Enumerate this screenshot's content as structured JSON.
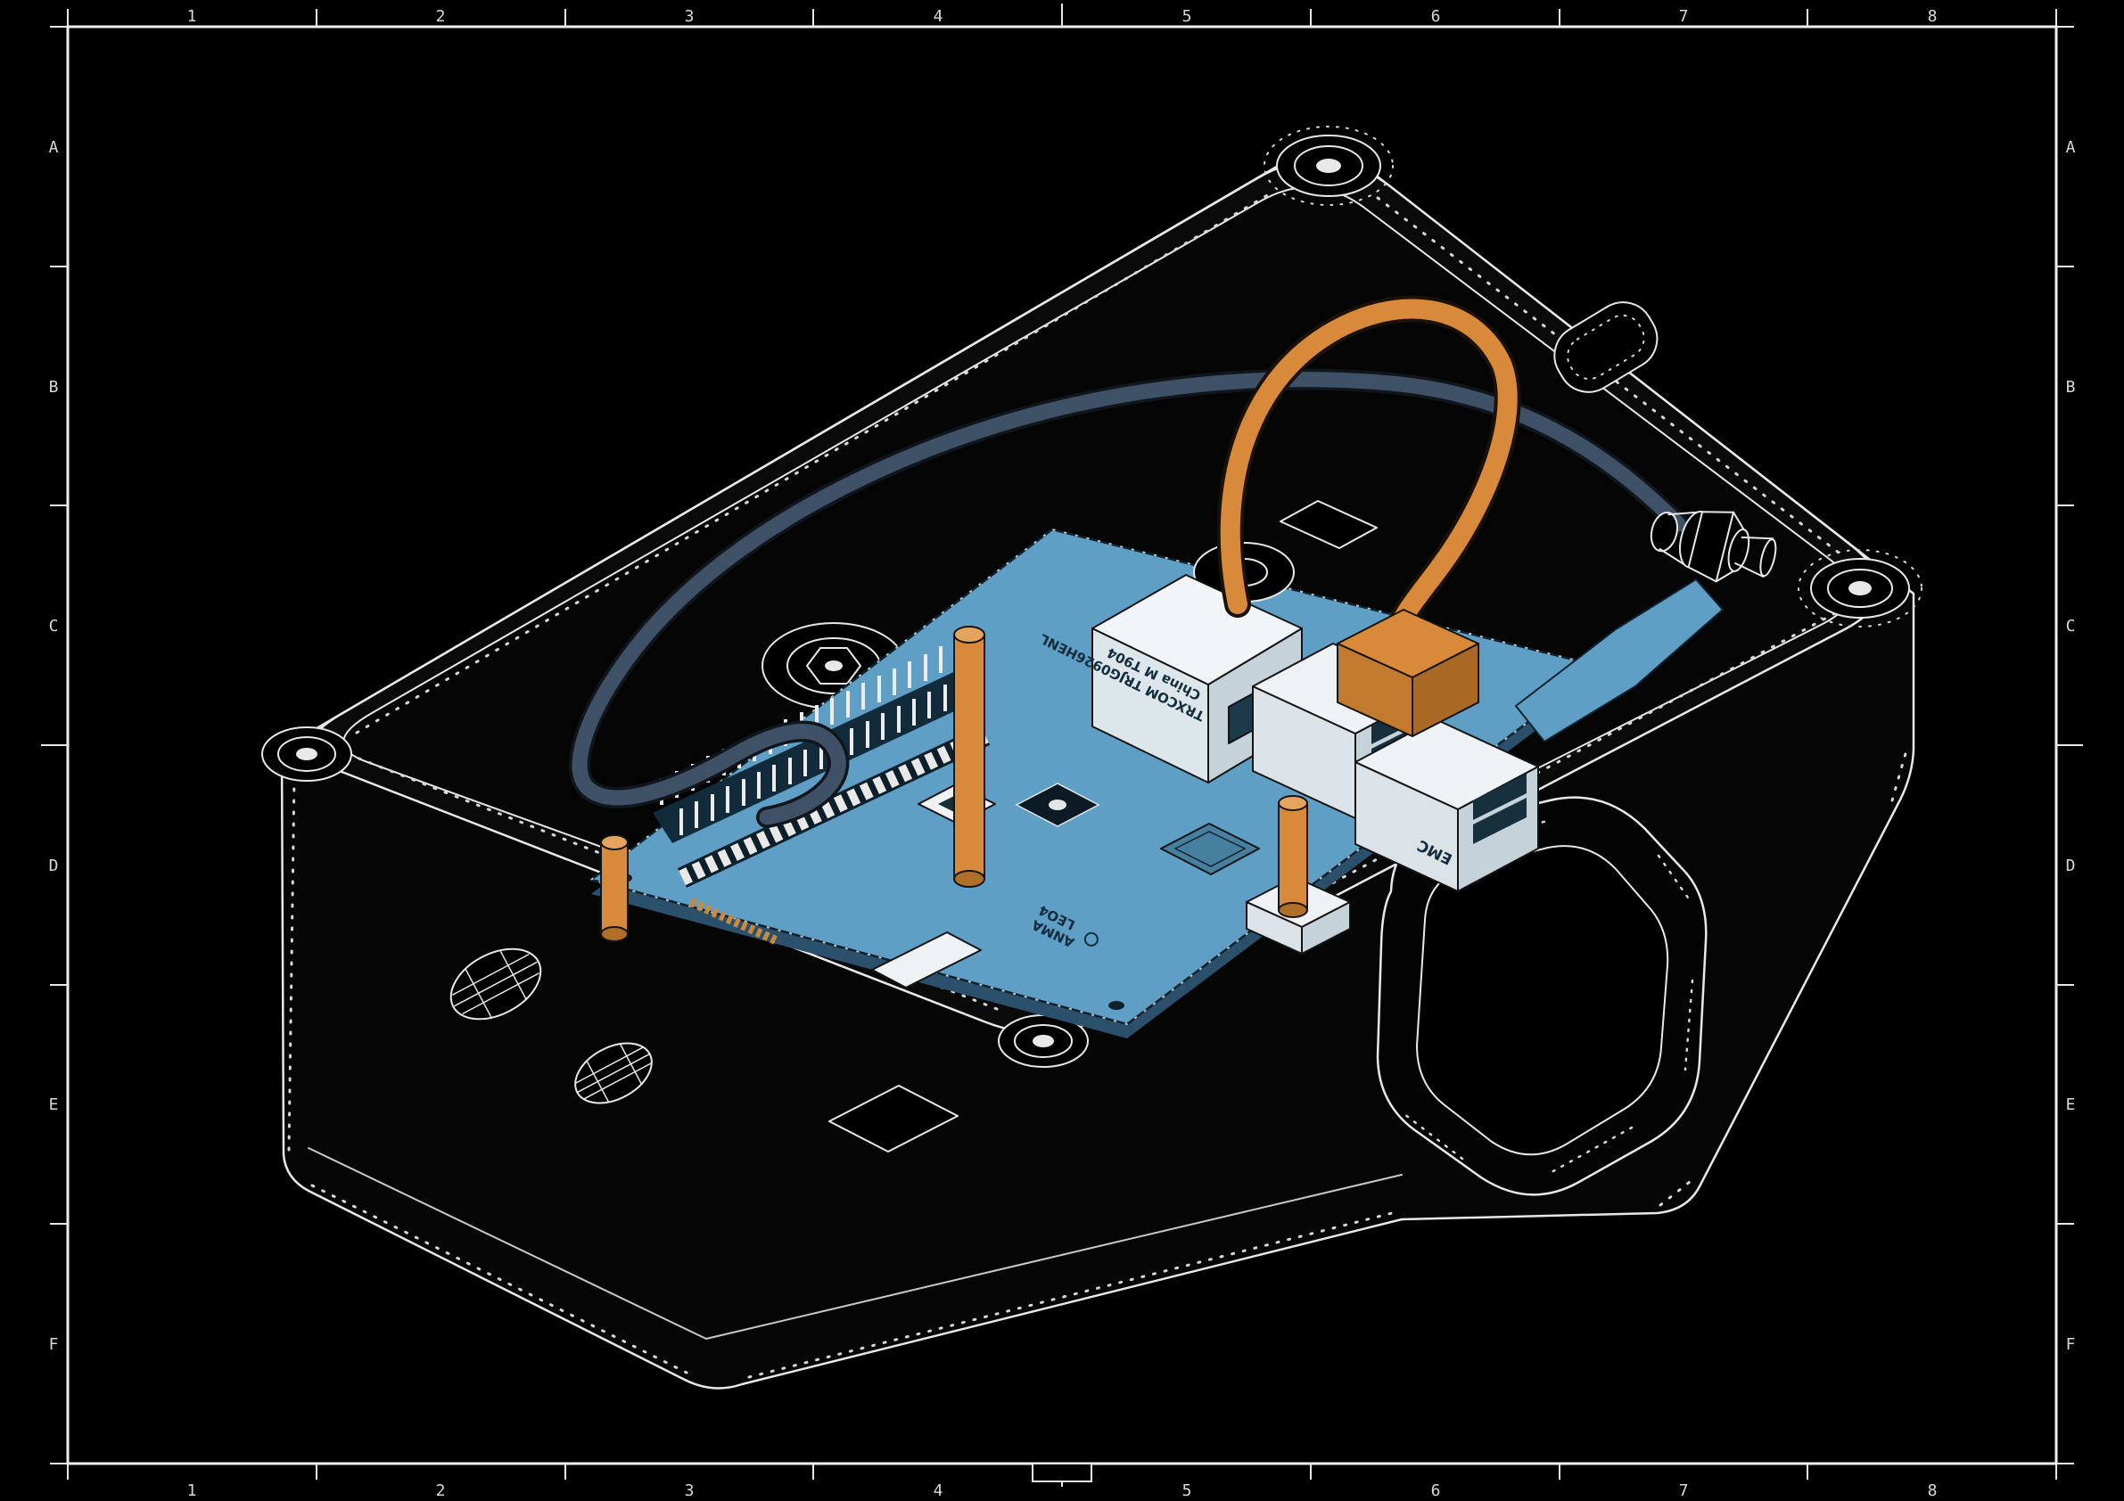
{
  "frame": {
    "column_labels": [
      "1",
      "2",
      "3",
      "4",
      "5",
      "6",
      "7",
      "8"
    ],
    "row_labels": [
      "A",
      "B",
      "C",
      "D",
      "E",
      "F"
    ]
  },
  "colors": {
    "background": "#000000",
    "line": "#e8e8e8",
    "pcb_blue": "#5f9fc6",
    "pcb_edge_dark": "#10222e",
    "accent_orange": "#d9893a",
    "cable_slate": "#3e5166"
  },
  "labels": {
    "ethernet_line1": "TRXCOM TRJG0926HENL",
    "ethernet_line2": "China M T904",
    "usb_port": "EMC",
    "module_line1": "ANMA",
    "module_line2": "LEO4"
  }
}
